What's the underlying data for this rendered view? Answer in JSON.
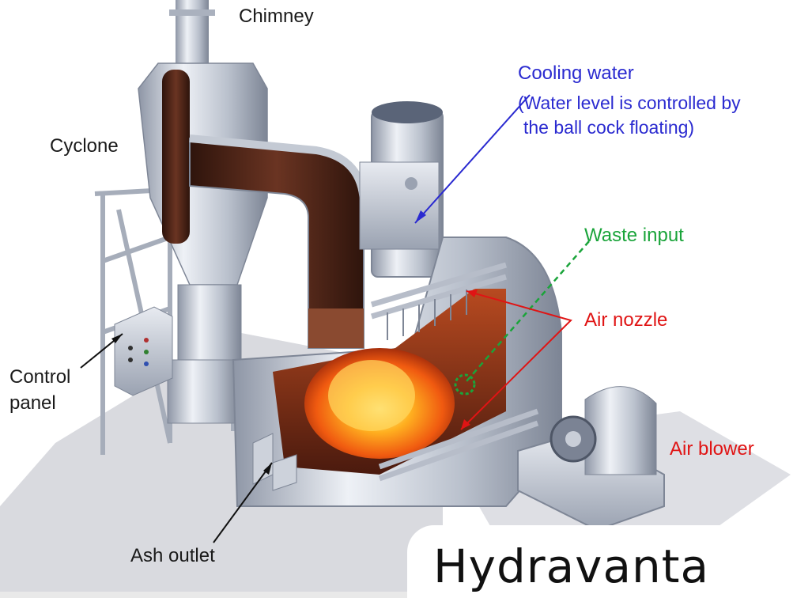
{
  "labels": {
    "chimney": "Chimney",
    "cyclone": "Cyclone",
    "cooling_water": "Cooling water",
    "cooling_note_line1": "(Water level is controlled by",
    "cooling_note_line2": "the ball cock floating)",
    "waste_input": "Waste input",
    "air_nozzle": "Air nozzle",
    "control_panel_line1": "Control",
    "control_panel_line2": "panel",
    "air_blower": "Air blower",
    "ash_outlet": "Ash outlet"
  },
  "watermark": "Hydravanta",
  "colors": {
    "label_black": "#1a1a1a",
    "label_blue": "#2a2ad0",
    "label_green": "#1aa43a",
    "label_red": "#e01414",
    "flame": "#ff7a10",
    "metal": "#c7ccd6",
    "duct_interior": "#5a2a1a"
  }
}
